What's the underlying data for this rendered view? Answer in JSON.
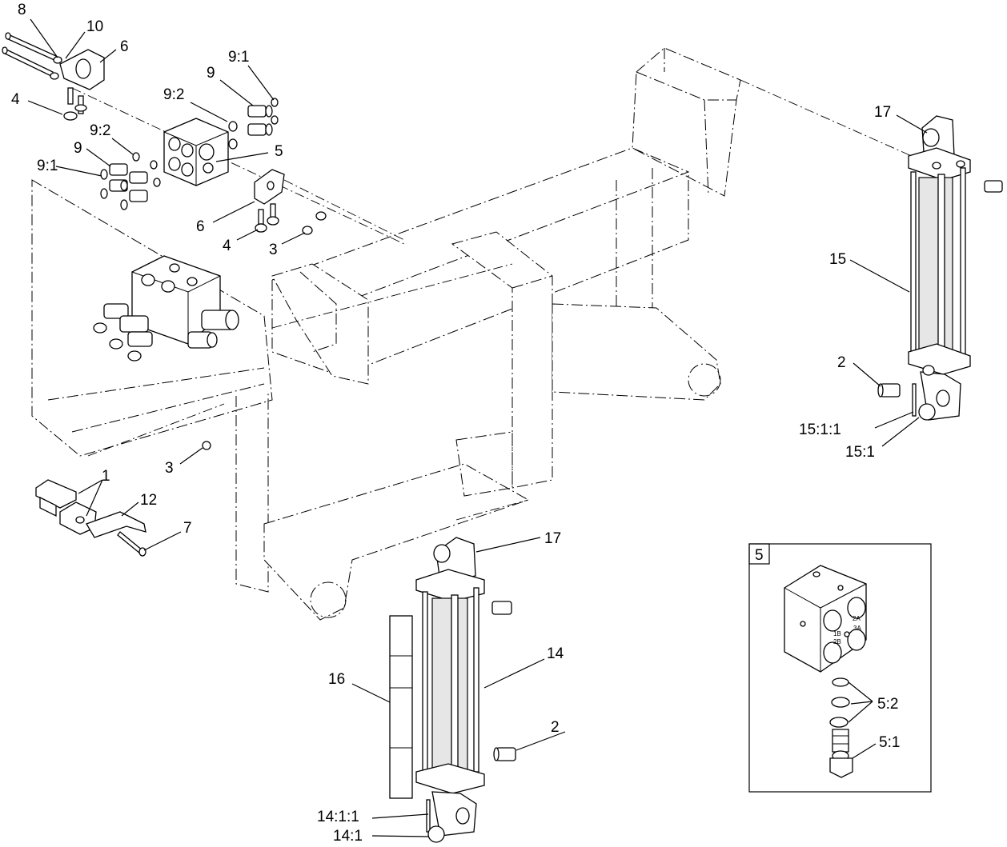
{
  "callouts": {
    "c8": "8",
    "c10": "10",
    "c6a": "6",
    "c4a": "4",
    "c9a": "9",
    "c91a": "9:1",
    "c92a": "9:2",
    "c92b": "9:2",
    "c9b": "9",
    "c91b": "9:1",
    "c5": "5",
    "c6b": "6",
    "c4b": "4",
    "c3a": "3",
    "c17a": "17",
    "c15": "15",
    "c2a": "2",
    "c1511": "15:1:1",
    "c151": "15:1",
    "c3b": "3",
    "c1": "1",
    "c12": "12",
    "c7": "7",
    "c17b": "17",
    "c14": "14",
    "c16": "16",
    "c2b": "2",
    "c1411": "14:1:1",
    "c141": "14:1"
  },
  "inset": {
    "id": "5",
    "port_labels": [
      "1B",
      "2B",
      "2A",
      "3A"
    ],
    "callouts": {
      "c52": "5:2",
      "c51": "5:1"
    }
  }
}
